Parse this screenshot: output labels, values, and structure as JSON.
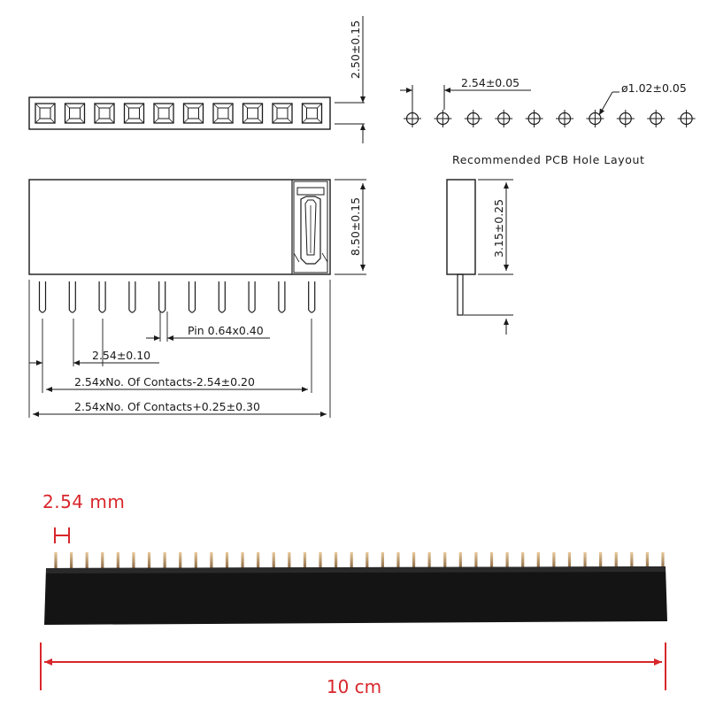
{
  "top_view": {
    "height_dim": "2.50±0.15",
    "slot_count": 10
  },
  "front_view": {
    "height_dim": "8.50±0.15",
    "pin_dim": "Pin 0.64x0.40",
    "pitch_dim": "2.54±0.10",
    "span_dim": "2.54xNo. Of Contacts-2.54±0.20",
    "length_dim": "2.54xNo. Of Contacts+0.25±0.30",
    "pin_count": 10
  },
  "side_view": {
    "pin_length_dim": "3.15±0.25"
  },
  "pcb_layout": {
    "pitch_dim": "2.54±0.05",
    "hole_dim": "ø1.02±0.05",
    "caption": "Recommended PCB Hole Layout",
    "hole_count": 10
  },
  "photo": {
    "pitch_label": "2.54 mm",
    "length_label": "10 cm",
    "pin_count": 40,
    "accent_color": "#d8262b",
    "body_color": "#141414"
  }
}
